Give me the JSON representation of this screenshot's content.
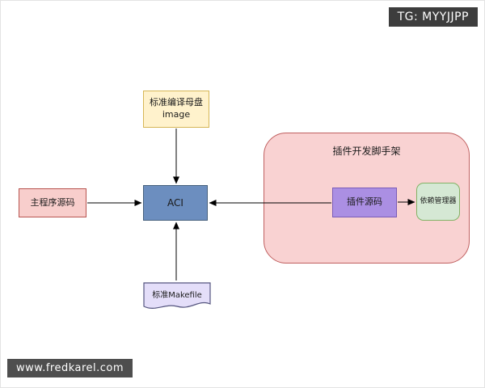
{
  "badges": {
    "top_right": {
      "label": "TG: MYYJJPP",
      "bg": "#3d3d3d",
      "color": "#ffffff"
    },
    "bottom_left": {
      "label": "www.fredkarel.com",
      "bg": "#4e4e4e",
      "color": "#ffffff"
    }
  },
  "diagram": {
    "nodes": {
      "image_disk": {
        "label": "标准编译母盘\nimage",
        "fill": "#FFF2CC",
        "stroke": "#D6B656"
      },
      "main_source": {
        "label": "主程序源码",
        "fill": "#F8CECC",
        "stroke": "#B85450"
      },
      "aci": {
        "label": "ACI",
        "fill": "#6C8EBF",
        "stroke": "#45607D"
      },
      "scaffold": {
        "label": "插件开发脚手架",
        "fill": "#F9D2D2",
        "stroke": "#C06060"
      },
      "plugin_source": {
        "label": "插件源码",
        "fill": "#AB8FE3",
        "stroke": "#7A5CB8"
      },
      "dep_manager": {
        "label": "依赖管理器",
        "fill": "#D5E8D4",
        "stroke": "#82B366"
      },
      "makefile": {
        "label": "标准Makefile",
        "fill": "#E4DEF9",
        "stroke": "#55557F"
      }
    },
    "edges": [
      {
        "from": "image_disk",
        "to": "aci"
      },
      {
        "from": "main_source",
        "to": "aci"
      },
      {
        "from": "makefile",
        "to": "aci"
      },
      {
        "from": "plugin_source",
        "to": "aci"
      },
      {
        "from": "plugin_source",
        "to": "dep_manager"
      }
    ]
  }
}
